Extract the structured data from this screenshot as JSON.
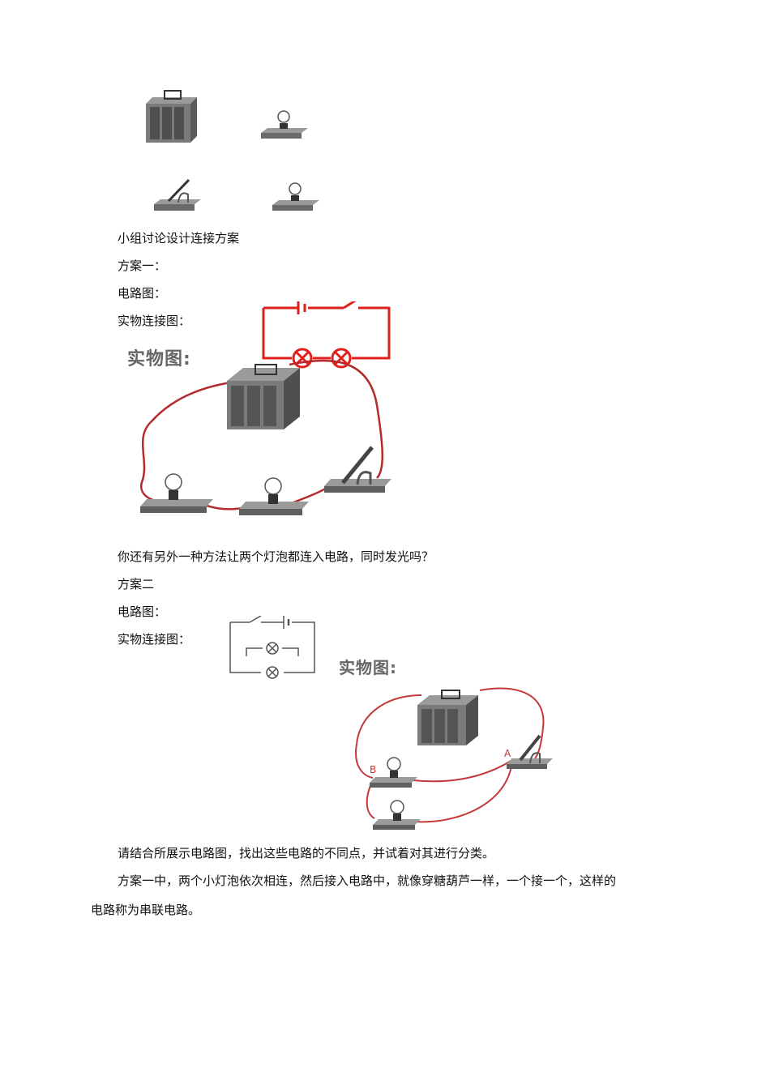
{
  "text": {
    "discuss": "小组讨论设计连接方案",
    "plan1": "方案一：",
    "circuit1": "电路图：",
    "physical1": "实物连接图：",
    "question": "你还有另外一种方法让两个灯泡都连入电路，同时发光吗？",
    "plan2": "方案二",
    "circuit2": "电路图：",
    "physical2": "实物连接图：",
    "instruction": "请结合所展示电路图，找出这些电路的不同点，并试着对其进行分类。",
    "conclusion_1": "方案一中，两个小灯泡依次相连，然后接入电路中，就像穿糖葫芦一样，一个接一个，这样的",
    "conclusion_2": "电路称为串联电路。"
  },
  "figure_labels": {
    "physical_title_1": "实物图:",
    "physical_title_2": "实物图:",
    "point_a": "A",
    "point_b": "B"
  },
  "colors": {
    "wire_red": "#b52a2a",
    "diagram_red": "#e0201c",
    "device_gray": "#6b6b6b",
    "title_gray": "#666666"
  }
}
